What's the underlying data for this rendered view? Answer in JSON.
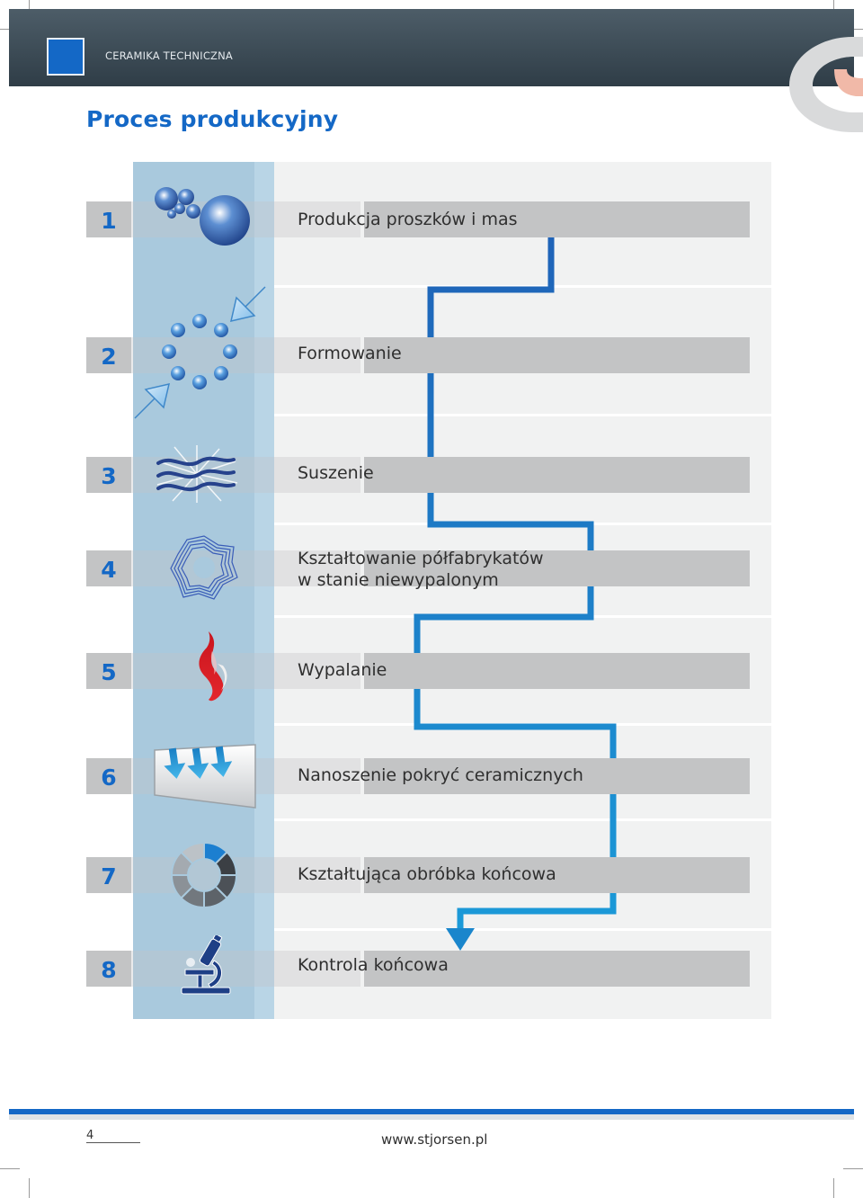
{
  "header": {
    "label": "CERAMIKA TECHNICZNA"
  },
  "page_title": "Proces produkcyjny",
  "steps": [
    {
      "number": "1",
      "label": "Produkcja proszków i mas",
      "icon": "spheres-icon"
    },
    {
      "number": "2",
      "label": "Formowanie",
      "icon": "press-arrows-icon"
    },
    {
      "number": "3",
      "label": "Suszenie",
      "icon": "drying-waves-icon"
    },
    {
      "number": "4",
      "label": "Kształtowanie półfabrykatów",
      "label2": "w stanie niewypalonym",
      "icon": "shaping-ring-icon"
    },
    {
      "number": "5",
      "label": "Wypalanie",
      "icon": "flame-icon"
    },
    {
      "number": "6",
      "label": "Nanoszenie pokryć ceramicznych",
      "icon": "coating-arrows-icon"
    },
    {
      "number": "7",
      "label": "Kształtująca obróbka końcowa",
      "icon": "segmented-ring-icon"
    },
    {
      "number": "8",
      "label": "Kontrola końcowa",
      "icon": "microscope-icon"
    }
  ],
  "footer": {
    "page_number": "4",
    "website": "www.stjorsen.pl"
  },
  "colors": {
    "accent": "#1468c6",
    "header_bg": "#3b4a55",
    "bar_gray": "#c3c4c5",
    "icon_column": "#a9c9dd",
    "panel_bg": "#f1f2f2"
  }
}
